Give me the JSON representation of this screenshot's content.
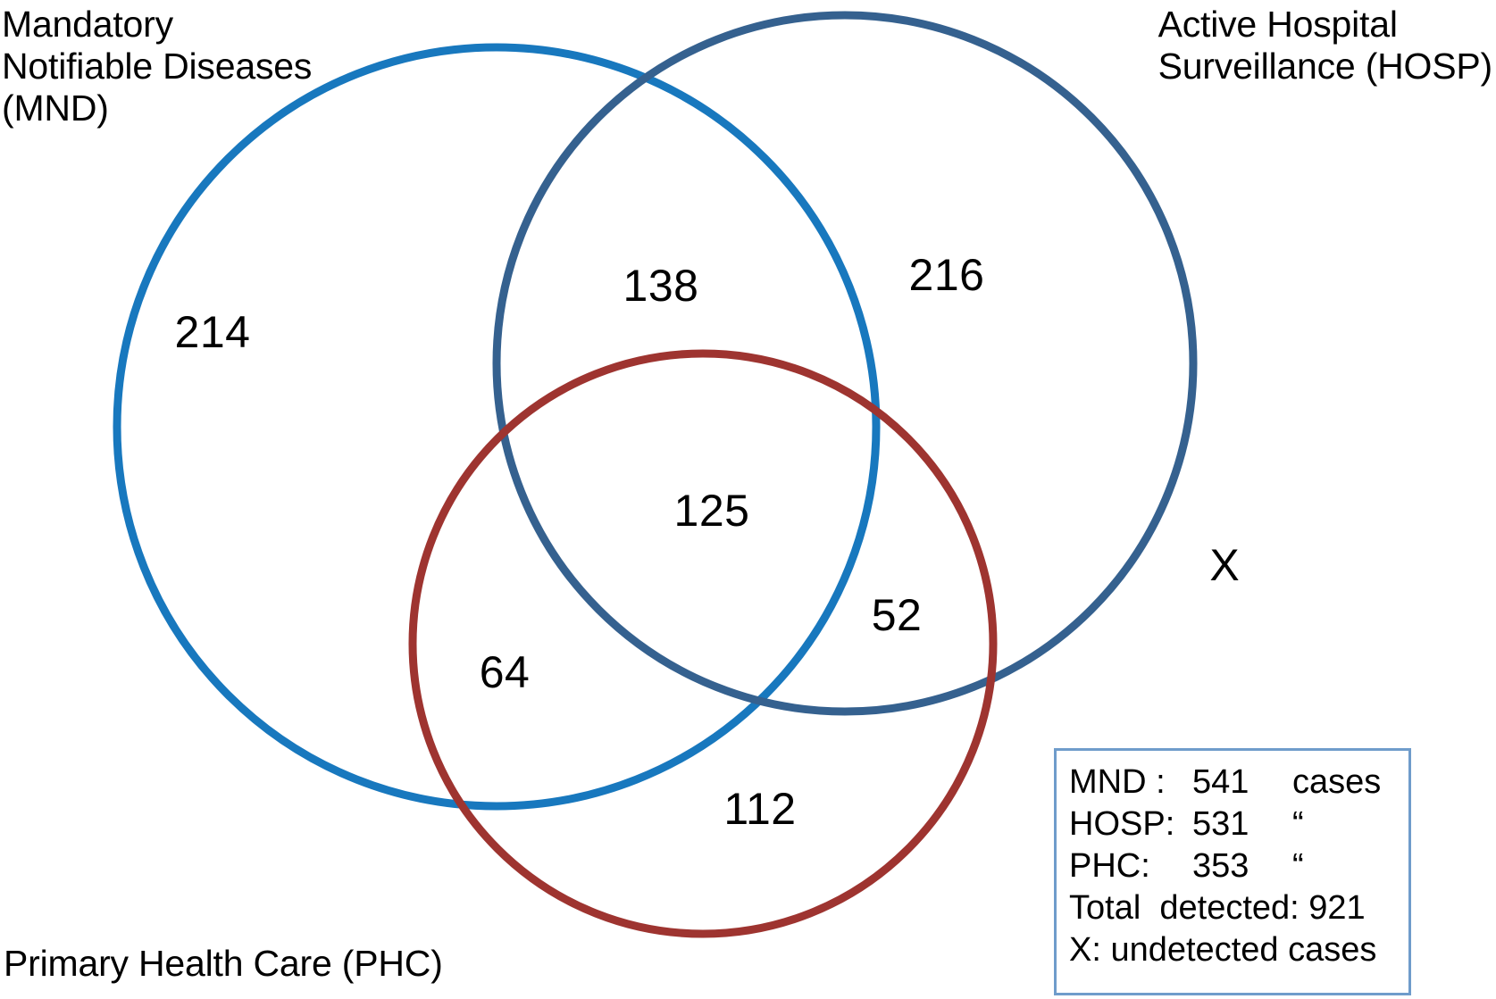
{
  "figure": {
    "type": "venn-diagram",
    "sets": [
      {
        "id": "MND",
        "label": "Mandatory\nNotifiable Diseases\n(MND)",
        "color": "#1878be"
      },
      {
        "id": "HOSP",
        "label": "Active Hospital\nSurveillance (HOSP)",
        "color": "#35618f"
      },
      {
        "id": "PHC",
        "label": "Primary Health Care (PHC)",
        "color": "#9e3430"
      }
    ],
    "regions": {
      "mnd_only": "214",
      "mnd_hosp": "138",
      "hosp_only": "216",
      "all_three": "125",
      "hosp_phc": "52",
      "mnd_phc": "64",
      "phc_only": "112",
      "outside": "X"
    }
  },
  "chart_data": {
    "type": "venn",
    "title": "",
    "sets": [
      "MND",
      "HOSP",
      "PHC"
    ],
    "set_labels": {
      "MND": "Mandatory Notifiable Diseases (MND)",
      "HOSP": "Active Hospital Surveillance (HOSP)",
      "PHC": "Primary Health Care (PHC)"
    },
    "region_values": {
      "MND_only": 214,
      "HOSP_only": 216,
      "PHC_only": 112,
      "MND_HOSP": 138,
      "MND_PHC": 64,
      "HOSP_PHC": 52,
      "MND_HOSP_PHC": 125,
      "outside": "X"
    },
    "set_totals": {
      "MND": 541,
      "HOSP": 531,
      "PHC": 353
    },
    "total_detected": 921,
    "colors": {
      "MND": "#1878be",
      "HOSP": "#35618f",
      "PHC": "#9e3430"
    },
    "legend_position": "bottom-right"
  },
  "legend": {
    "rows": [
      {
        "label": "MND :",
        "value": "541",
        "unit": "cases"
      },
      {
        "label": "HOSP:",
        "value": "531",
        "unit": "“"
      },
      {
        "label": "PHC:",
        "value": "353",
        "unit": "“"
      }
    ],
    "total_line": "Total  detected: 921",
    "x_line": "X: undetected cases"
  }
}
